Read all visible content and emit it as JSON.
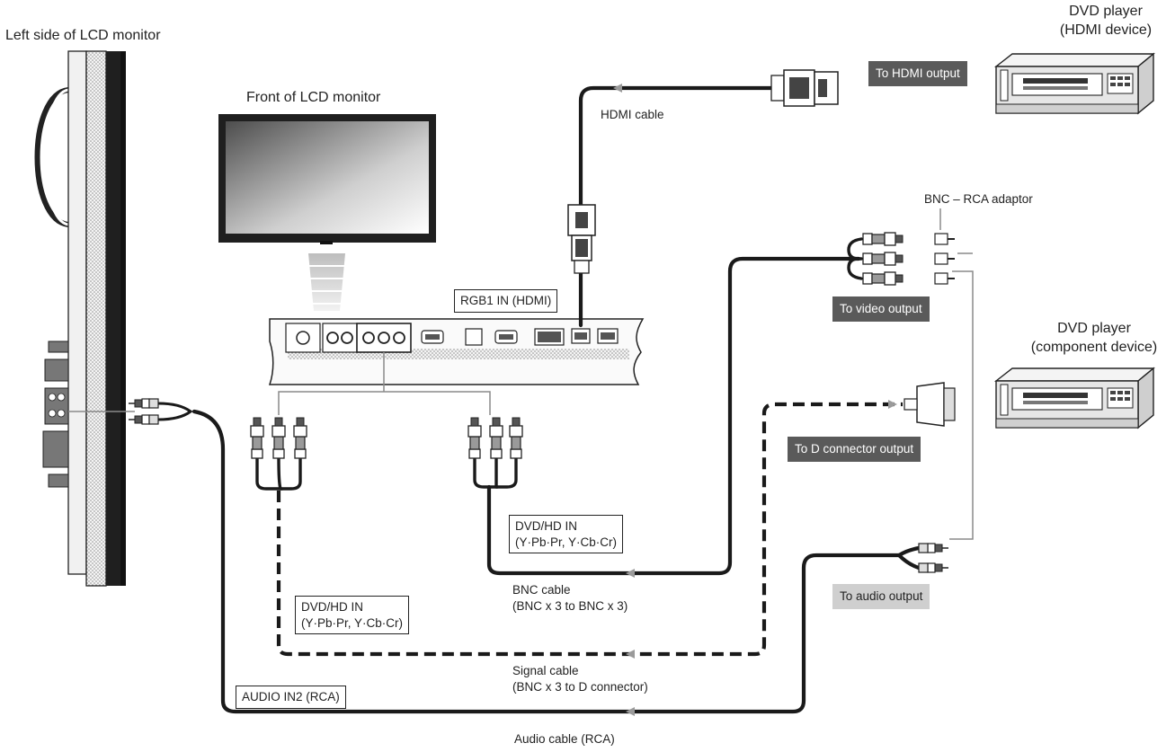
{
  "titles": {
    "left_side": "Left side of LCD monitor",
    "front": "Front of LCD monitor",
    "dvd_hdmi_line1": "DVD player",
    "dvd_hdmi_line2": "(HDMI device)",
    "dvd_comp_line1": "DVD player",
    "dvd_comp_line2": "(component device)"
  },
  "ports": {
    "rgb1": "RGB1 IN (HDMI)",
    "dvdhd_right_line1": "DVD/HD IN",
    "dvdhd_right_line2": "(Y·Pb·Pr, Y·Cb·Cr)",
    "dvdhd_left_line1": "DVD/HD IN",
    "dvdhd_left_line2": "(Y·Pb·Pr, Y·Cb·Cr)",
    "audio_in2": "AUDIO IN2 (RCA)"
  },
  "outputs": {
    "hdmi": "To HDMI output",
    "video": "To video output",
    "dconn": "To D connector output",
    "audio": "To audio output"
  },
  "cables": {
    "hdmi": "HDMI cable",
    "adaptor": "BNC – RCA adaptor",
    "bnc_line1": "BNC cable",
    "bnc_line2": "(BNC x 3 to BNC x 3)",
    "signal_line1": "Signal cable",
    "signal_line2": "(BNC x 3 to D connector)",
    "audio": "Audio cable (RCA)"
  },
  "colors": {
    "cable": "#1a1a1a",
    "thin_line": "#8a8a8a",
    "dark_badge": "#5a5a5a",
    "light_badge": "#cfcfcf",
    "device_body": "#e6e6e6"
  }
}
